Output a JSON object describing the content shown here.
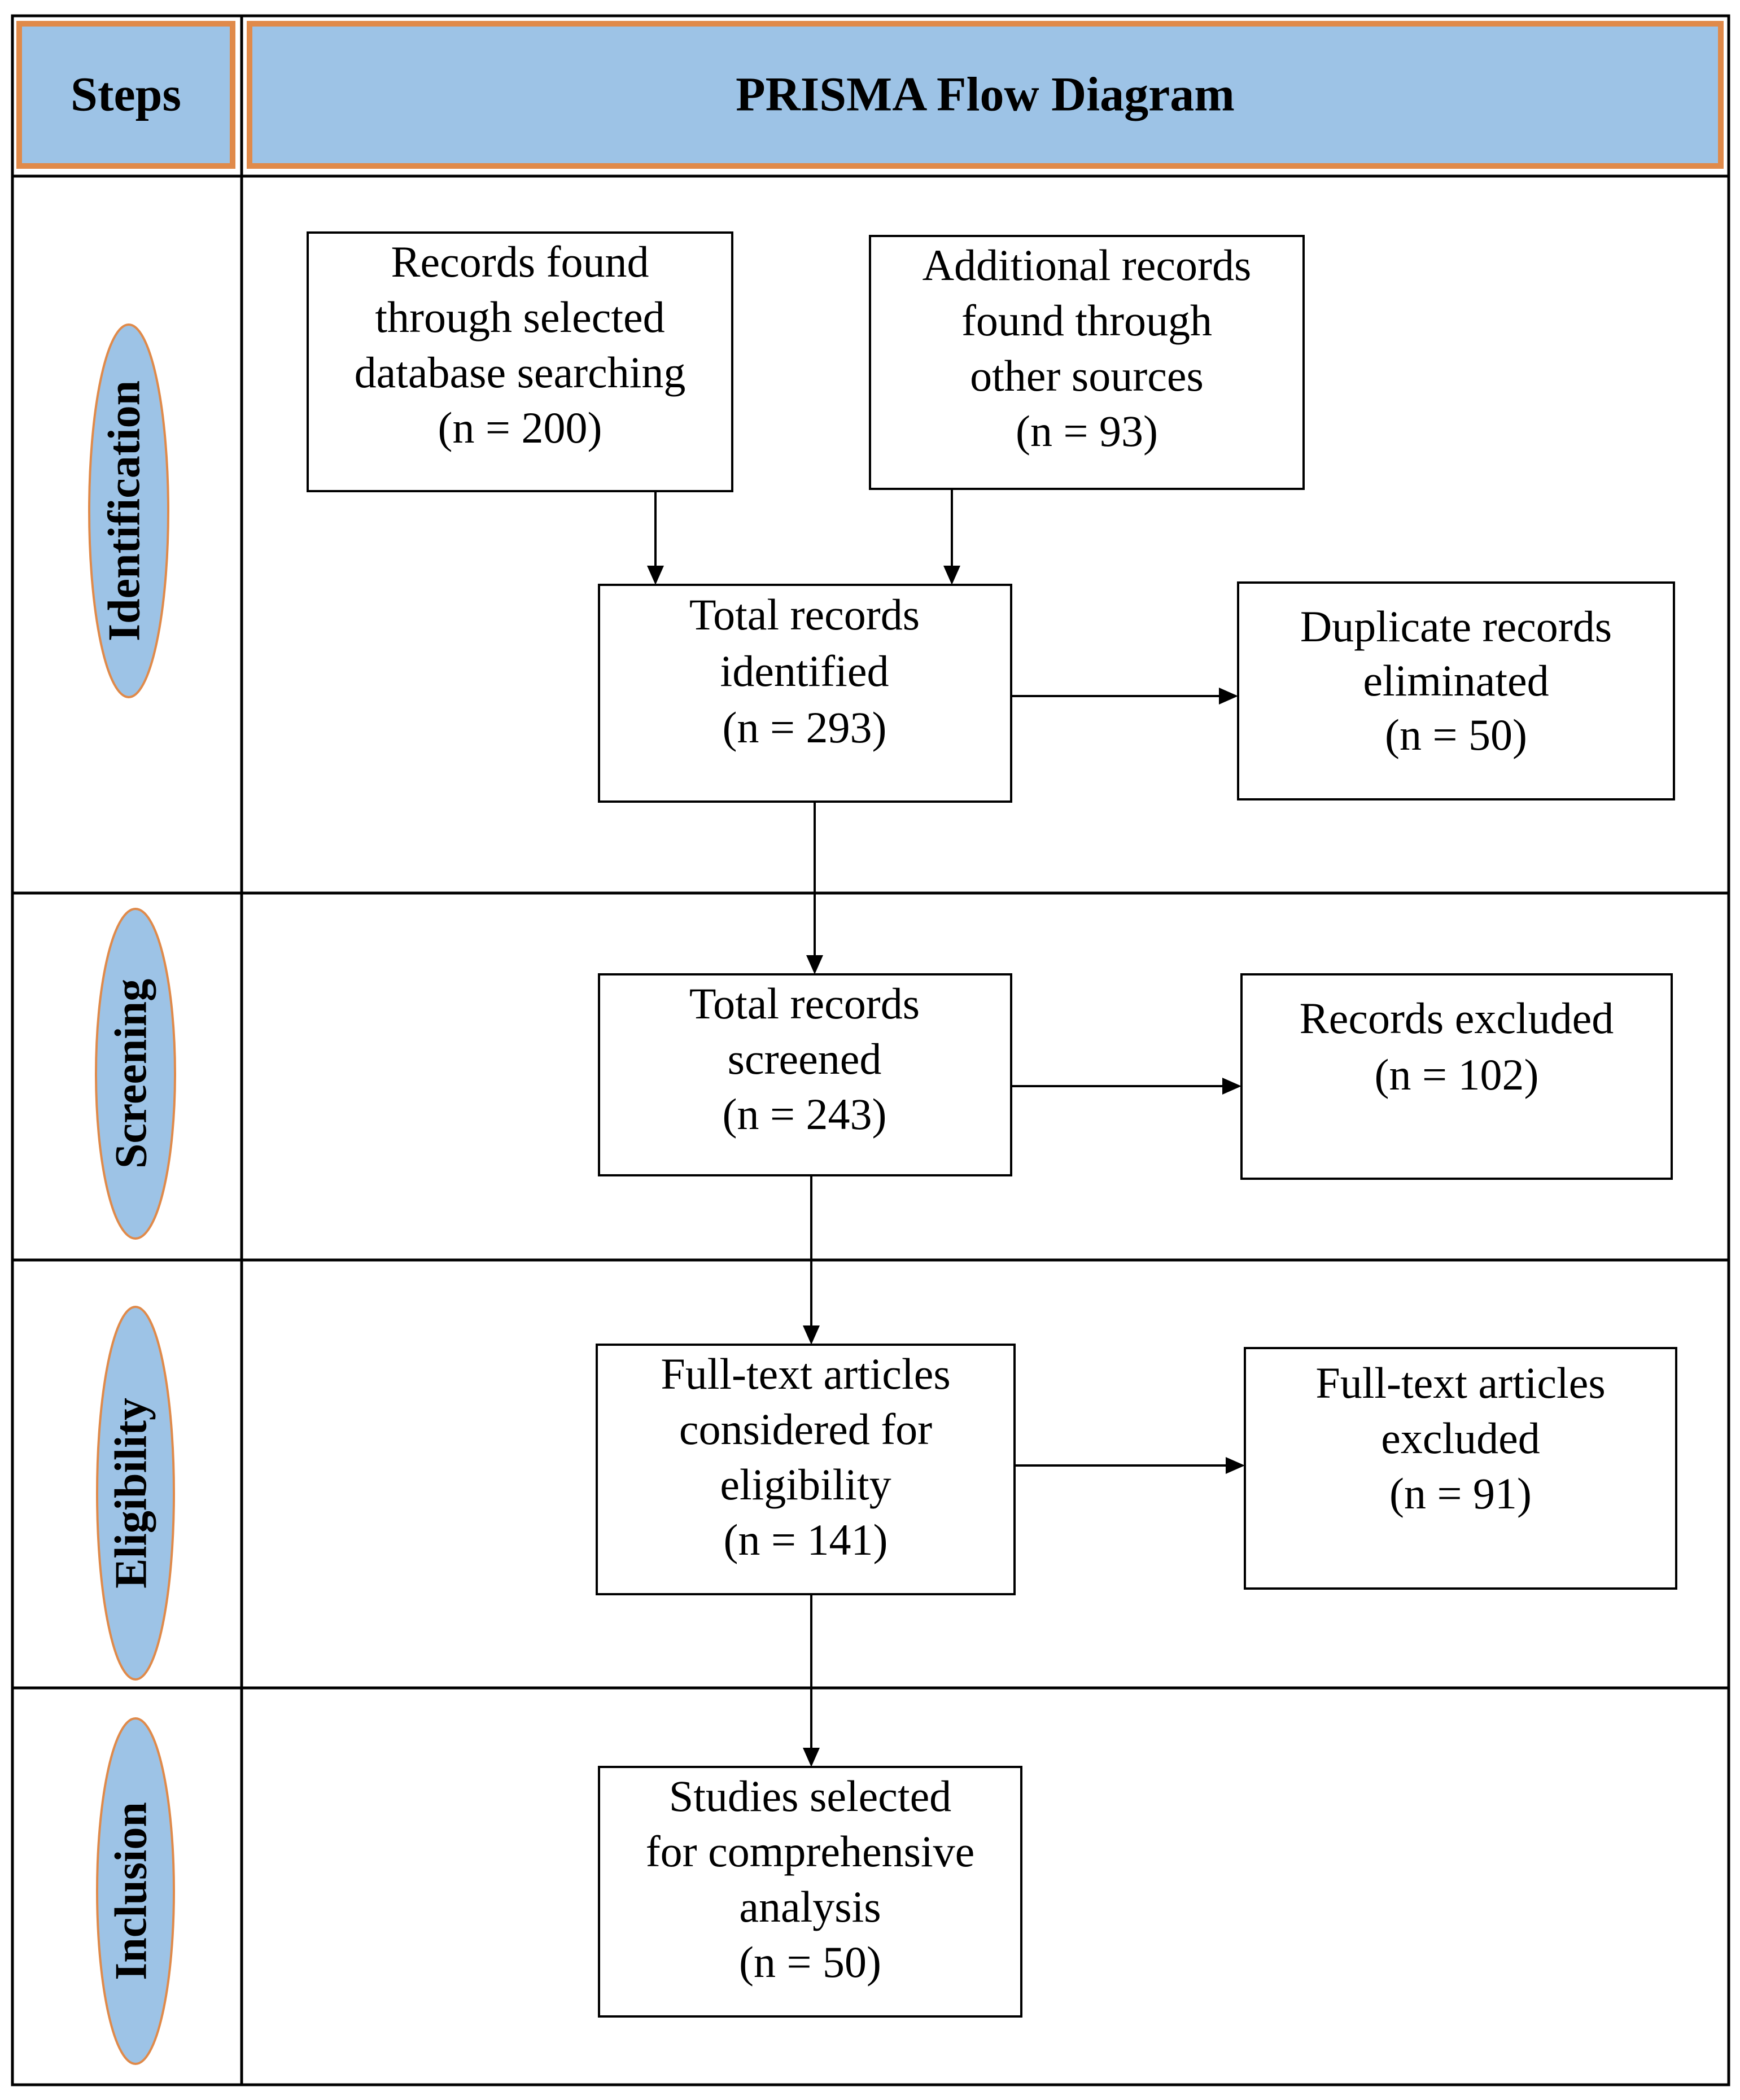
{
  "header": {
    "steps_label": "Steps",
    "title": "PRISMA Flow Diagram"
  },
  "steps": [
    {
      "label": "Identification"
    },
    {
      "label": "Screening"
    },
    {
      "label": "Eligibility"
    },
    {
      "label": "Inclusion"
    }
  ],
  "boxes": {
    "db_records": [
      "Records found",
      "through selected",
      "database searching",
      "(n = 200)"
    ],
    "other_records": [
      "Additional records",
      "found through",
      "other sources",
      "(n = 93)"
    ],
    "identified": [
      "Total records",
      "identified",
      "(n = 293)"
    ],
    "duplicates": [
      "Duplicate records",
      "eliminated",
      "(n = 50)"
    ],
    "screened": [
      "Total records",
      "screened",
      "(n = 243)"
    ],
    "excluded": [
      "Records excluded",
      "(n = 102)"
    ],
    "fulltext": [
      "Full-text articles",
      "considered for",
      "eligibility",
      "(n = 141)"
    ],
    "fulltext_excluded": [
      "Full-text articles",
      "excluded",
      "(n = 91)"
    ],
    "included": [
      "Studies selected",
      "for comprehensive",
      "analysis",
      "(n = 50)"
    ]
  },
  "colors": {
    "header_fill": "#9dc3e6",
    "header_border": "#e08a4a",
    "ellipse_fill": "#9dc3e6",
    "ellipse_border": "#e08a4a",
    "line": "#000000"
  }
}
